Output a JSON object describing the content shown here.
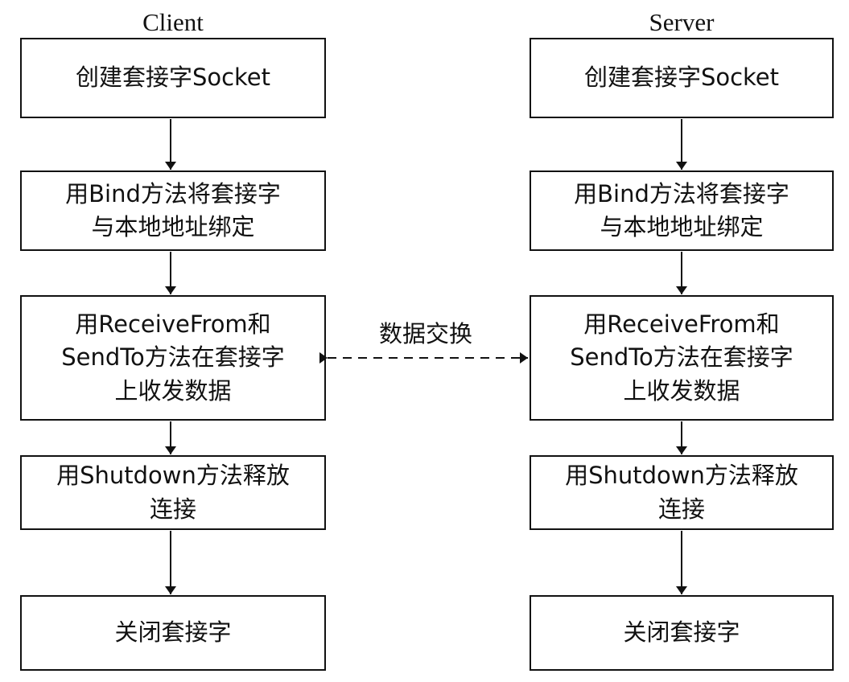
{
  "client": {
    "title": "Client",
    "steps": [
      {
        "lines": [
          "创建套接字Socket"
        ]
      },
      {
        "lines": [
          "用Bind方法将套接字",
          "与本地地址绑定"
        ]
      },
      {
        "lines": [
          "用ReceiveFrom和",
          "SendTo方法在套接字",
          "上收发数据"
        ]
      },
      {
        "lines": [
          "用Shutdown方法释放",
          "连接"
        ]
      },
      {
        "lines": [
          "关闭套接字"
        ]
      }
    ]
  },
  "server": {
    "title": "Server",
    "steps": [
      {
        "lines": [
          "创建套接字Socket"
        ]
      },
      {
        "lines": [
          "用Bind方法将套接字",
          "与本地地址绑定"
        ]
      },
      {
        "lines": [
          "用ReceiveFrom和",
          "SendTo方法在套接字",
          "上收发数据"
        ]
      },
      {
        "lines": [
          "用Shutdown方法释放",
          "连接"
        ]
      },
      {
        "lines": [
          "关闭套接字"
        ]
      }
    ]
  },
  "exchange": {
    "label": "数据交换"
  }
}
